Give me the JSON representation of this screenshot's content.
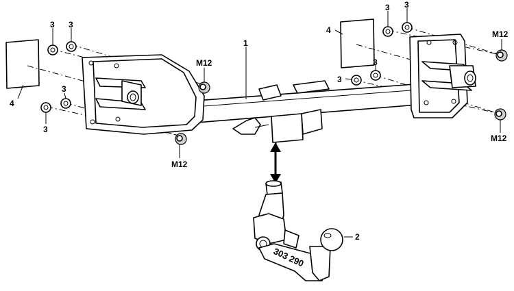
{
  "labels": {
    "frame": "1",
    "ball_neck": "2",
    "washer": "3",
    "plate": "4",
    "nut": "M12"
  },
  "part_number_stamp": "303 290"
}
